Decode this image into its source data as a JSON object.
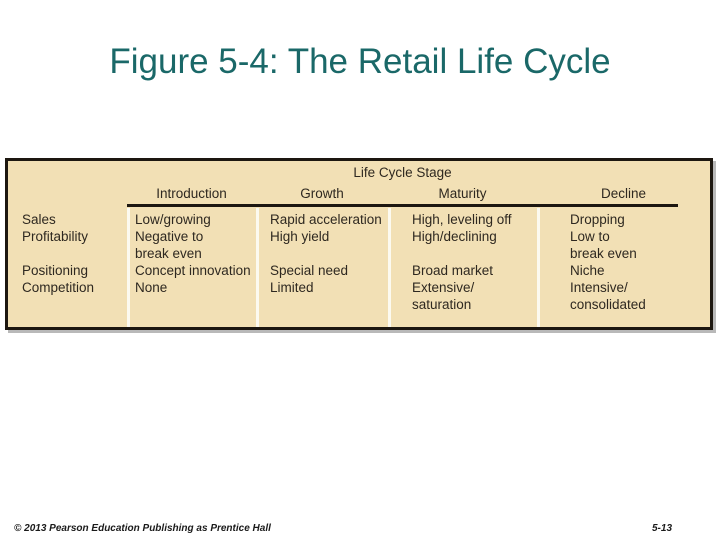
{
  "slide": {
    "title": "Figure 5-4: The Retail Life Cycle",
    "title_color": "#1A6868",
    "footer_left": "© 2013 Pearson Education Publishing as Prentice Hall",
    "footer_right": "5-13"
  },
  "figure": {
    "background_color": "#F2E0B5",
    "header": "Life Cycle Stage",
    "row_labels": [
      "Sales",
      "Profitability",
      "",
      "Positioning",
      "Competition"
    ],
    "columns": [
      {
        "header": "Introduction",
        "lines": [
          "Low/growing",
          "Negative to",
          "break even",
          "Concept innovation",
          "None"
        ]
      },
      {
        "header": "Growth",
        "lines": [
          "Rapid acceleration",
          "High yield",
          "",
          "Special need",
          "Limited"
        ]
      },
      {
        "header": "Maturity",
        "lines": [
          "High, leveling off",
          "High/declining",
          "",
          "Broad market",
          "Extensive/",
          "saturation"
        ]
      },
      {
        "header": "Decline",
        "lines": [
          "Dropping",
          "Low to",
          "break even",
          "Niche",
          "Intensive/",
          "consolidated"
        ]
      }
    ]
  }
}
